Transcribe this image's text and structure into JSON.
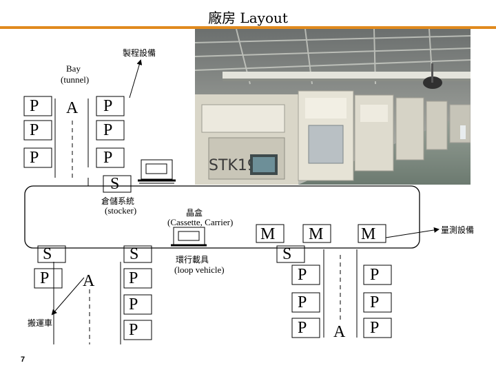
{
  "title": "廠房 Layout",
  "labels": {
    "process_equipment": "製程設備",
    "bay": "Bay",
    "tunnel": "(tunnel)",
    "stocker_cn": "倉儲系統",
    "stocker_en": "(stocker)",
    "cassette_cn": "晶盒",
    "cassette_en": "(Cassette, Carrier)",
    "loop_cn": "環行載具",
    "loop_en": "(loop vehicle)",
    "transport": "搬運車",
    "metrology": "量測設備"
  },
  "letters": {
    "process": "P",
    "aisle": "A",
    "stocker": "S",
    "metrology": "M"
  },
  "page_number": "7"
}
